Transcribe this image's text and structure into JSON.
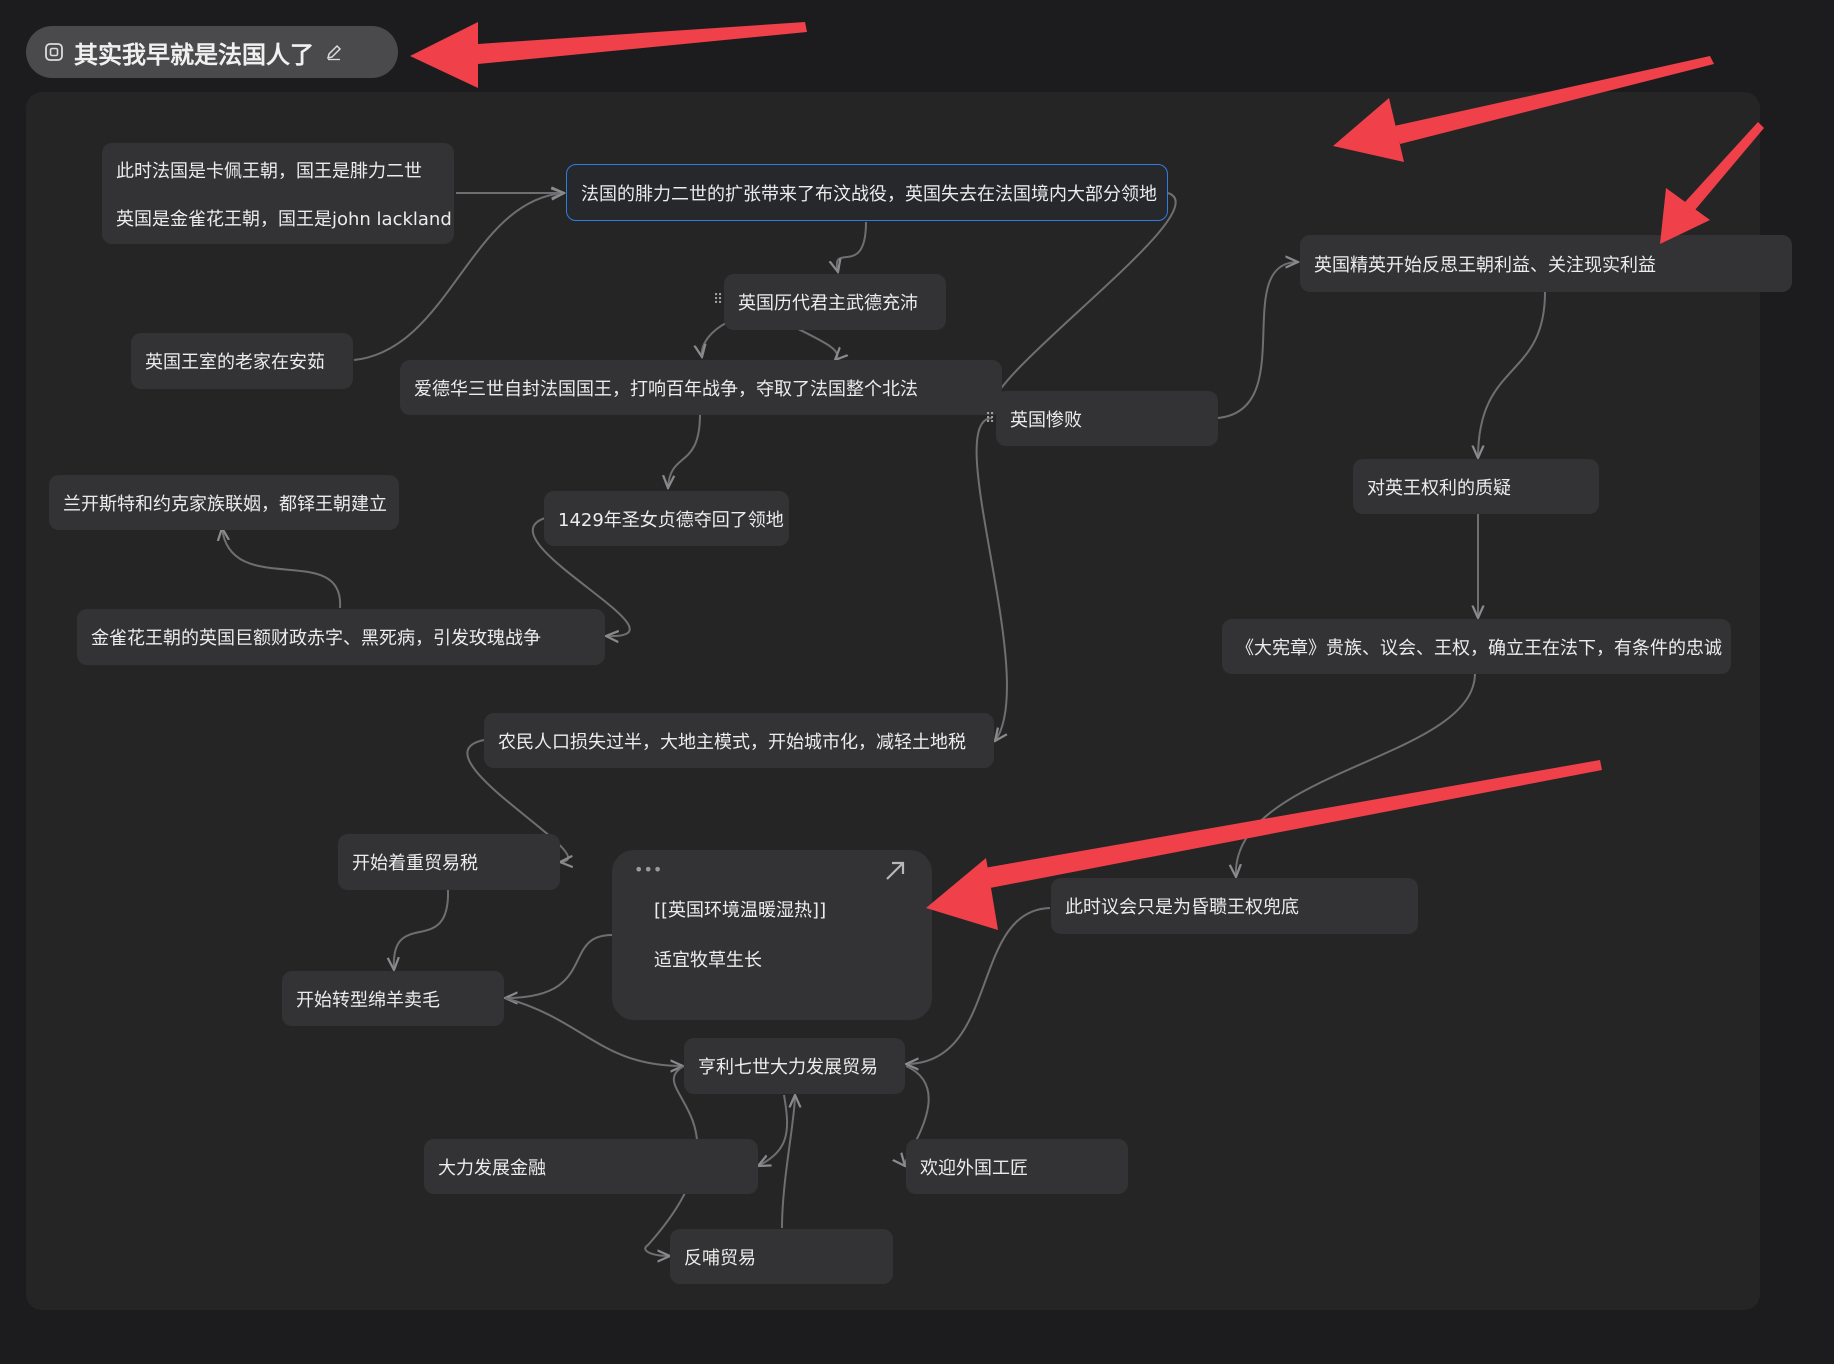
{
  "title": "其实我早就是法国人了",
  "icons": {
    "canvas": "canvas-icon",
    "edit": "pencil-icon",
    "drag": "drag-handle-icon",
    "more": "more-icon",
    "expand": "expand-icon"
  },
  "colors": {
    "background": "#1c1c1e",
    "canvas": "#252526",
    "node": "#333335",
    "edge": "#6f6f72",
    "selected": "#2f7de1",
    "annotation_arrow": "#f0404a"
  },
  "nodes": {
    "n1": {
      "lines": [
        "此时法国是卡佩王朝，国王是腓力二世",
        "英国是金雀花王朝，国王是john lackland"
      ]
    },
    "n2": {
      "text": "法国的腓力二世的扩张带来了布汶战役，英国失去在法国境内大部分领地"
    },
    "n3": {
      "text": "英国王室的老家在安茹"
    },
    "n4": {
      "text": "英国历代君主武德充沛"
    },
    "n5": {
      "text": "爱德华三世自封法国国王，打响百年战争，夺取了法国整个北法"
    },
    "n6": {
      "text": "英国惨败"
    },
    "n7": {
      "text": "英国精英开始反思王朝利益、关注现实利益"
    },
    "n8": {
      "text": "兰开斯特和约克家族联姻，都铎王朝建立"
    },
    "n9": {
      "text": "1429年圣女贞德夺回了领地"
    },
    "n10": {
      "text": "对英王权利的质疑"
    },
    "n11": {
      "text": "金雀花王朝的英国巨额财政赤字、黑死病，引发玫瑰战争"
    },
    "n12": {
      "text": "《大宪章》贵族、议会、王权，确立王在法下，有条件的忠诚"
    },
    "n13": {
      "text": "农民人口损失过半，大地主模式，开始城市化，减轻土地税"
    },
    "n14": {
      "text": "开始着重贸易税"
    },
    "n15": {
      "text": "此时议会只是为昏聩王权兜底"
    },
    "n16": {
      "text": "开始转型绵羊卖毛"
    },
    "n17": {
      "text": "亨利七世大力发展贸易"
    },
    "n18": {
      "text": "大力发展金融"
    },
    "n19": {
      "text": "欢迎外国工匠"
    },
    "n20": {
      "text": "反哺贸易"
    }
  },
  "card": {
    "lines": [
      "[[英国环境温暖湿热]]",
      "适宜牧草生长"
    ]
  }
}
